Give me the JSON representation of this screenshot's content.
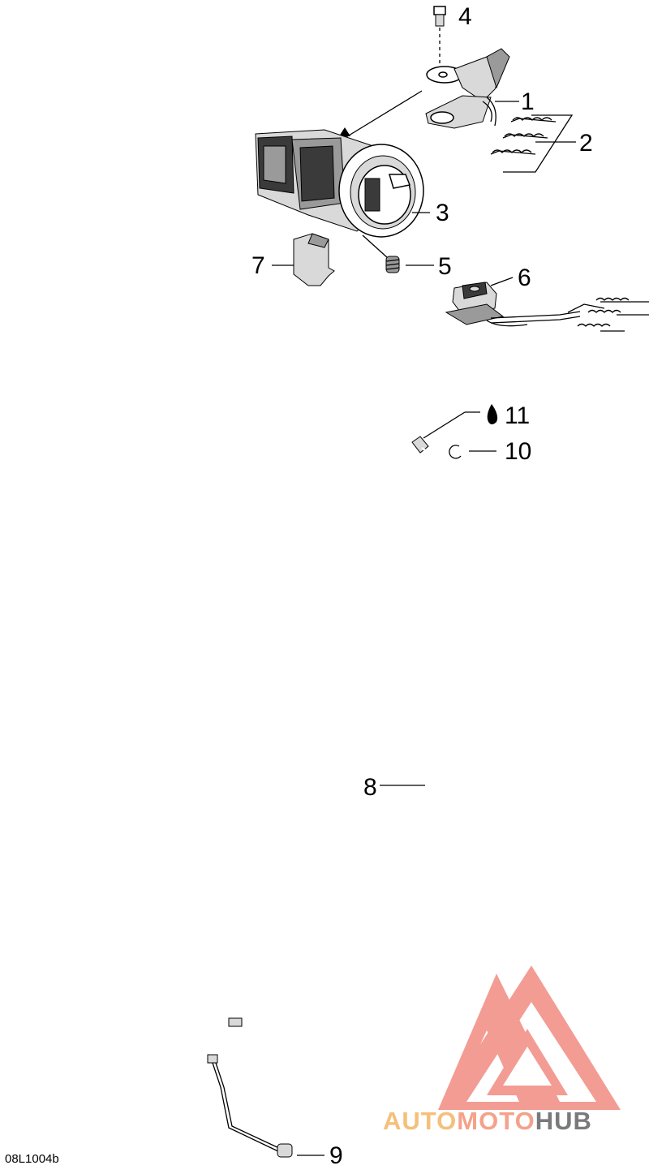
{
  "diagram": {
    "drawing_code": "08L1004b",
    "callouts": [
      {
        "id": "1",
        "label": "1"
      },
      {
        "id": "2",
        "label": "2"
      },
      {
        "id": "3",
        "label": "3"
      },
      {
        "id": "4",
        "label": "4"
      },
      {
        "id": "5",
        "label": "5"
      },
      {
        "id": "6",
        "label": "6"
      },
      {
        "id": "7",
        "label": "7"
      },
      {
        "id": "8",
        "label": "8"
      },
      {
        "id": "9",
        "label": "9"
      },
      {
        "id": "10",
        "label": "10"
      },
      {
        "id": "11",
        "label": "11"
      }
    ]
  },
  "watermark": {
    "text_part1": "AUTO",
    "text_part2": "MOTO",
    "text_part3": "HUB",
    "color_triangle": "#f28b82",
    "color_auto": "#f4c07a",
    "color_moto": "#f4a28a",
    "color_hub": "#7a7a7a"
  }
}
